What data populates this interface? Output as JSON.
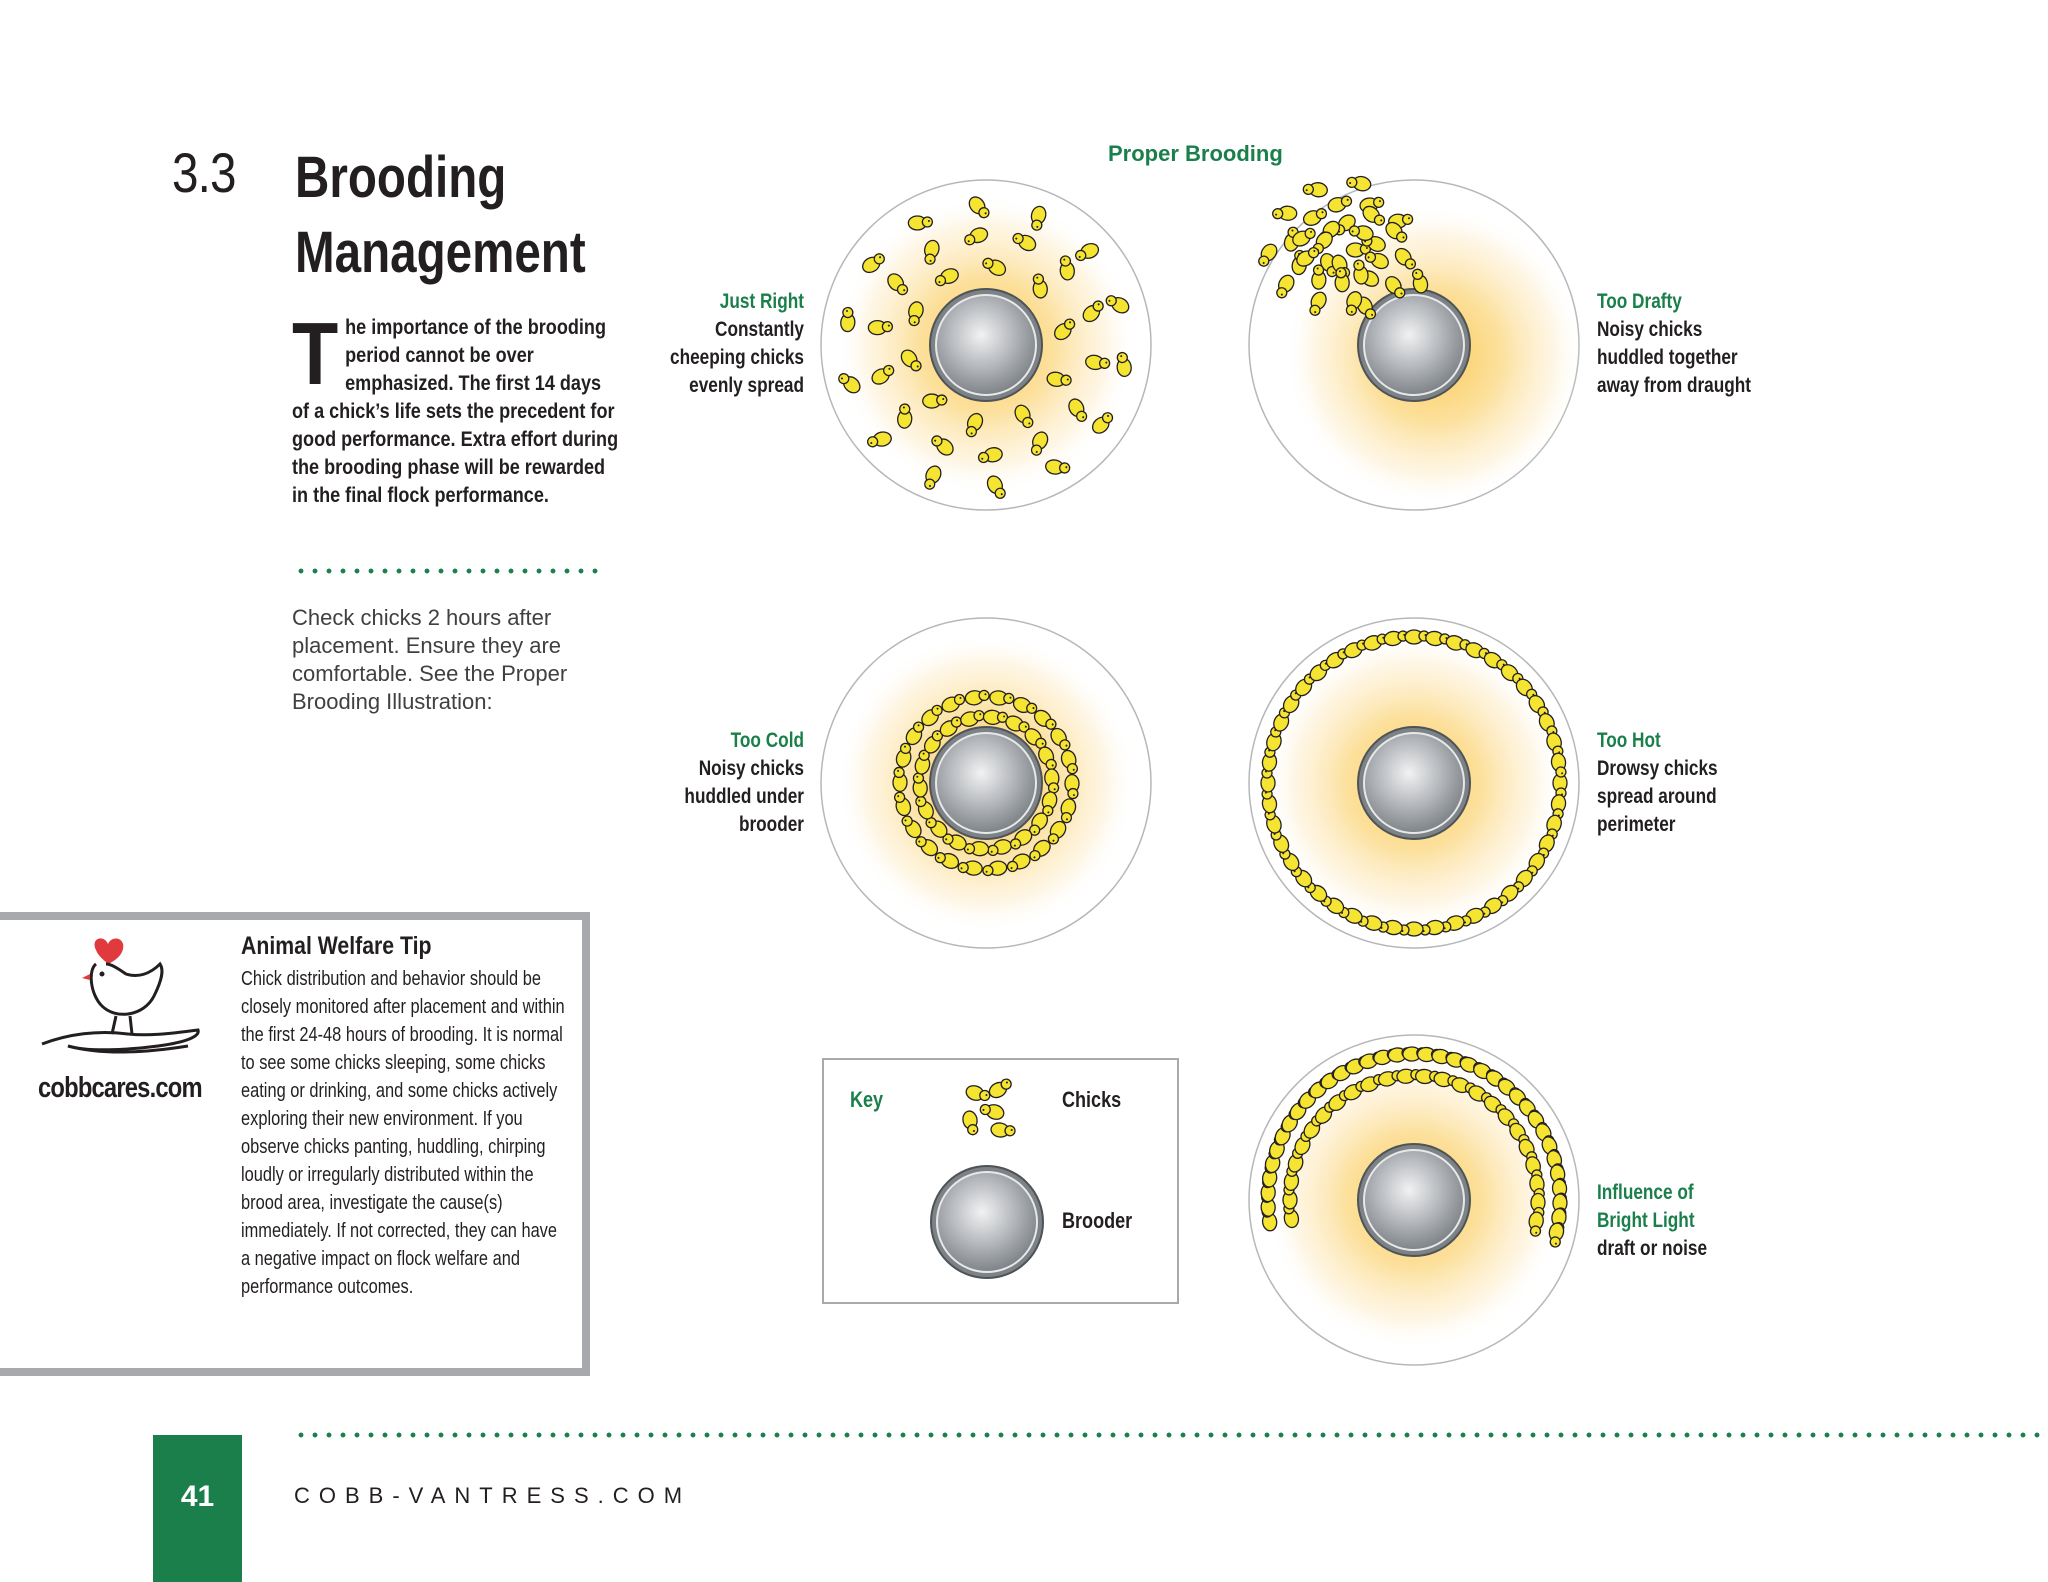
{
  "section": {
    "number": "3.3",
    "title_line1": "Brooding",
    "title_line2": "Management"
  },
  "intro": {
    "dropcap": "T",
    "text": "he importance of the brooding period cannot be over emphasized. The first 14 days of a chick’s life sets the precedent for good performance. Extra effort during the brooding phase will be rewarded in the final flock performance."
  },
  "check_text": "Check chicks 2 hours after placement. Ensure they are comfortable. See the Proper Brooding Illustration:",
  "welfare": {
    "title": "Animal Welfare Tip",
    "body": "Chick distribution and behavior should be closely monitored after placement and within the first 24-48 hours of brooding. It is normal to see some chicks sleeping, some chicks eating or drinking, and some chicks actively exploring their new environment. If you observe chicks panting, huddling, chirping loudly or irregularly distributed within the brood area, investigate the cause(s) immediately. If not corrected, they can have a negative impact on flock welfare and performance outcomes.",
    "logo_text": "cobbcares.com"
  },
  "diagram": {
    "title": "Proper Brooding",
    "states": [
      {
        "name": "Just Right",
        "lines": [
          "Constantly",
          "cheeping chicks",
          "evenly spread"
        ]
      },
      {
        "name": "Too Drafty",
        "lines": [
          "Noisy chicks",
          "huddled together",
          "away from draught"
        ]
      },
      {
        "name": "Too Cold",
        "lines": [
          "Noisy chicks",
          "huddled under",
          "brooder"
        ]
      },
      {
        "name": "Too Hot",
        "lines": [
          "Drowsy chicks",
          "spread around",
          "perimeter"
        ]
      },
      {
        "name_lines": [
          "Influence of",
          "Bright Light"
        ],
        "lines": [
          "draft or noise"
        ]
      }
    ],
    "key": {
      "title": "Key",
      "chicks": "Chicks",
      "brooder": "Brooder"
    }
  },
  "footer": {
    "page_number": "41",
    "site": "COBB-VANTRESS.COM"
  },
  "colors": {
    "green": "#1a7f4b",
    "chick_fill": "#f5e431",
    "glow": "#f9c64a",
    "frame_gray": "#a7a9ac"
  }
}
